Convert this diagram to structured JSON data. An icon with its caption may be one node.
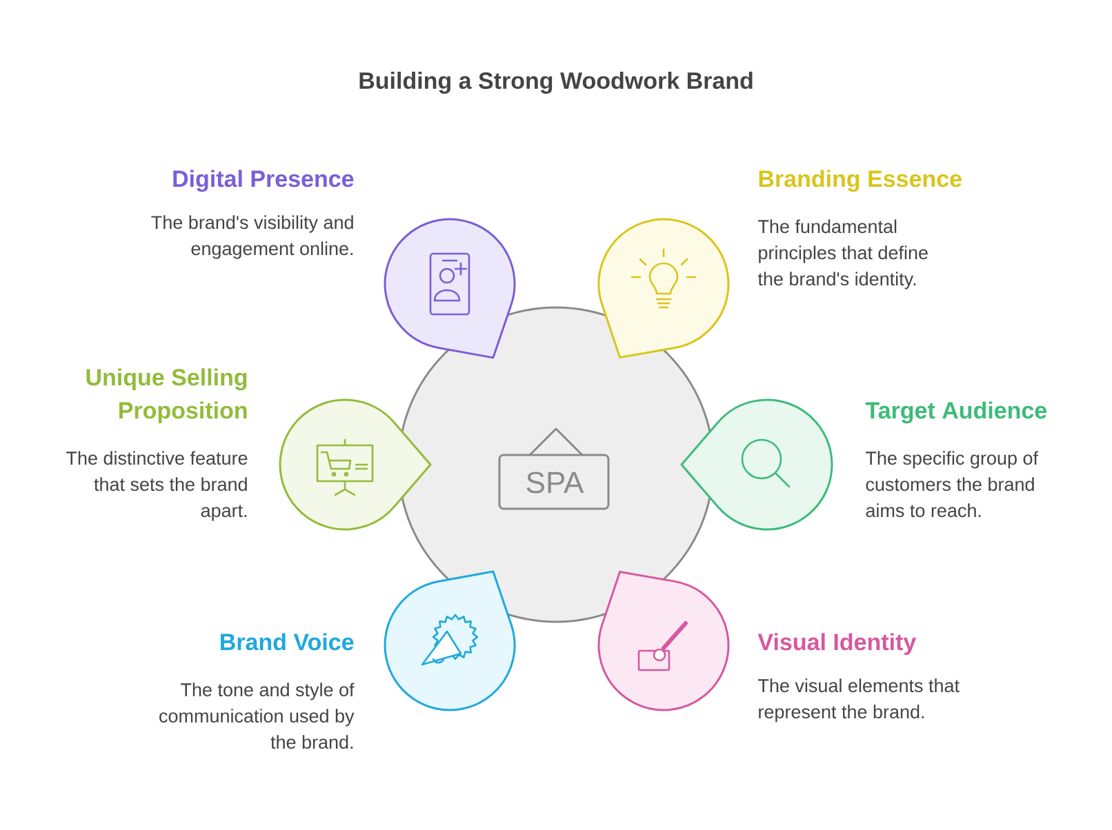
{
  "diagram": {
    "title": "Building a Strong Woodwork Brand",
    "nodes": [
      {
        "text": [],
        "shape": "circle"
      },
      {
        "text": [
          "Digital Presence",
          "The brand's visibility and engagement online."
        ]
      },
      {
        "text": [
          "Branding Essence",
          "The fundamental principles that define the brand's identity."
        ]
      },
      {
        "text": [
          "Unique Selling Proposition",
          "The distinctive feature that sets the brand apart."
        ]
      },
      {
        "text": [
          "Target Audience",
          "The specific group of customers the brand aims to reach."
        ]
      },
      {
        "text": [
          "Brand Voice",
          "The tone and style of communication used by the brand."
        ]
      },
      {
        "text": [
          "Visual Identity",
          "The visual elements that represent the brand."
        ]
      }
    ],
    "labels": [
      "SPA"
    ]
  }
}
